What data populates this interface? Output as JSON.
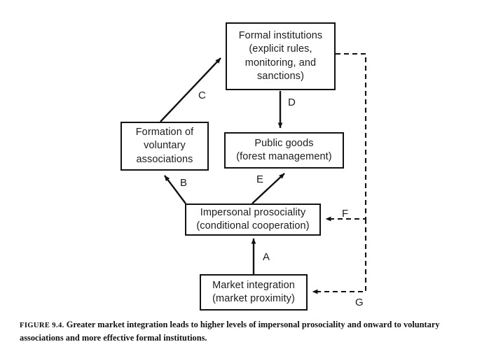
{
  "figure": {
    "caption_prefix": "FIGURE 9.4.",
    "caption_text": " Greater market integration leads to higher levels of impersonal prosociality and onward to voluntary associations and more effective formal institutions.",
    "background_color": "#ffffff",
    "stroke_color": "#121212"
  },
  "diagram": {
    "type": "flow-diagram",
    "nodes": [
      {
        "id": "formal-institutions",
        "lines": [
          "Formal institutions",
          "(explicit rules,",
          "monitoring, and",
          "sanctions)"
        ]
      },
      {
        "id": "voluntary-associations",
        "lines": [
          "Formation of",
          "voluntary",
          "associations"
        ]
      },
      {
        "id": "public-goods",
        "lines": [
          "Public goods",
          "(forest management)"
        ]
      },
      {
        "id": "impersonal-prosociality",
        "lines": [
          "Impersonal prosociality",
          "(conditional cooperation)"
        ]
      },
      {
        "id": "market-integration",
        "lines": [
          "Market integration",
          "(market proximity)"
        ]
      }
    ],
    "edges": [
      {
        "id": "A",
        "label": "A",
        "from": "market-integration",
        "to": "impersonal-prosociality",
        "style": "solid"
      },
      {
        "id": "B",
        "label": "B",
        "from": "impersonal-prosociality",
        "to": "voluntary-associations",
        "style": "solid"
      },
      {
        "id": "C",
        "label": "C",
        "from": "voluntary-associations",
        "to": "formal-institutions",
        "style": "solid"
      },
      {
        "id": "D",
        "label": "D",
        "from": "formal-institutions",
        "to": "public-goods",
        "style": "solid"
      },
      {
        "id": "E",
        "label": "E",
        "from": "impersonal-prosociality",
        "to": "public-goods",
        "style": "solid"
      },
      {
        "id": "F",
        "label": "F",
        "from": "formal-institutions",
        "to": "impersonal-prosociality",
        "style": "dashed"
      },
      {
        "id": "G",
        "label": "G",
        "from": "formal-institutions",
        "to": "market-integration",
        "style": "dashed"
      }
    ]
  }
}
